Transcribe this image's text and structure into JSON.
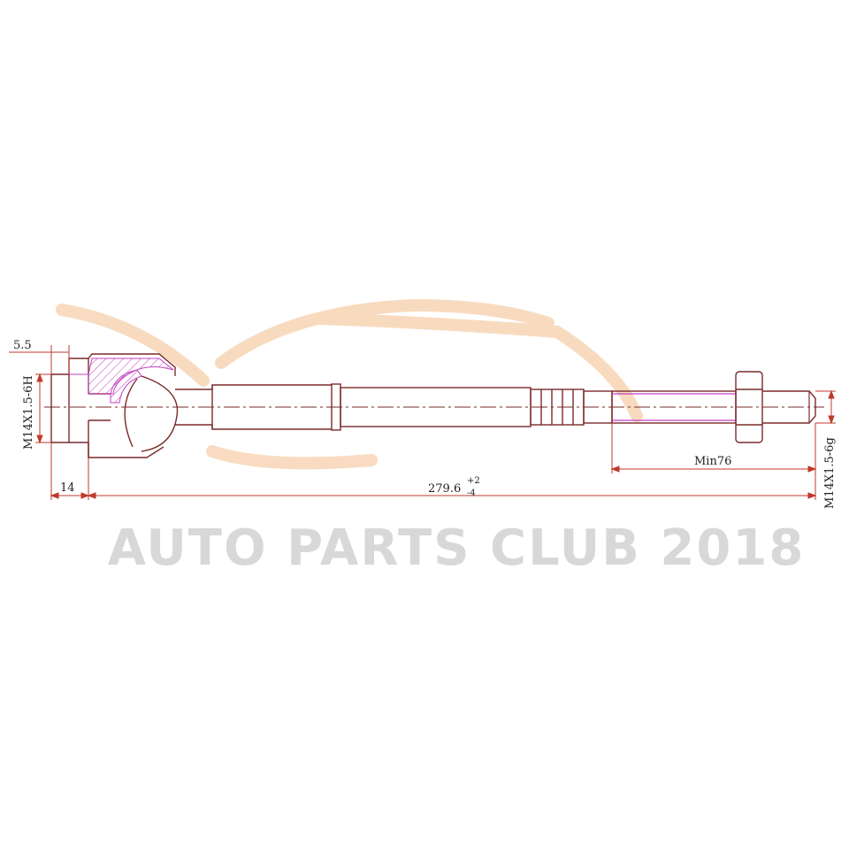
{
  "dimensions": {
    "ball_offset": "5.5",
    "inner_thread": "M14X1.5-6H",
    "housing_length": "14",
    "overall_length": "279.6",
    "tolerance_upper": "+2",
    "tolerance_lower": "-4",
    "min_thread_length": "Min76",
    "outer_thread": "M14X1.5-6g"
  },
  "watermark": {
    "text": "AUTO PARTS CLUB 2018"
  },
  "colors": {
    "outline": "#7a2a2a",
    "dimension": "#c0392b",
    "hatch": "#c040c0",
    "watermark_text": "#d8d8d8",
    "watermark_swoosh": "#f7d5b5"
  }
}
